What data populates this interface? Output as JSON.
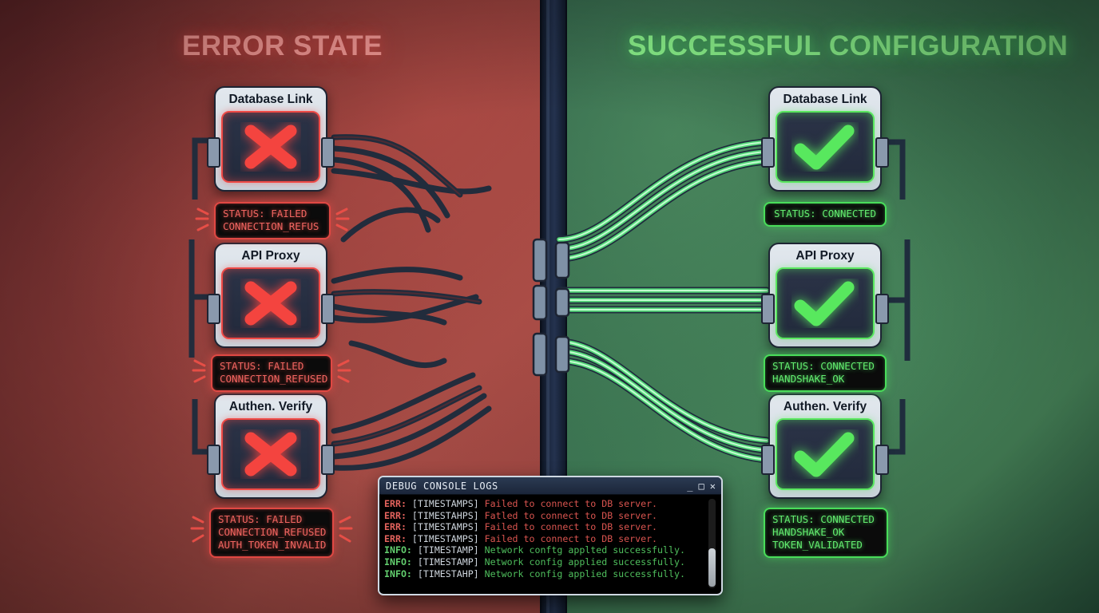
{
  "panels": {
    "left": {
      "title": "ERROR STATE",
      "accent": "#f79a96",
      "nodes": [
        {
          "label": "Database Link",
          "icon": "x-mark-icon",
          "status_lines": "STATUS: FAILED\nCONNECTION_REFUS"
        },
        {
          "label": "API Proxy",
          "icon": "x-mark-icon",
          "status_lines": "STATUS: FAILED\nCONNECTION_REFUSED"
        },
        {
          "label": "Authen. Verify",
          "icon": "x-mark-icon",
          "status_lines": "STATUS: FAILED\nCONNECTION_REFUSED\nAUTH_TOKEN_INVALID"
        }
      ]
    },
    "right": {
      "title": "SUCCESSFUL CONFIGURATION",
      "accent": "#8cf58c",
      "nodes": [
        {
          "label": "Database Link",
          "icon": "check-mark-icon",
          "status_lines": "STATUS: CONNECTED"
        },
        {
          "label": "API Proxy",
          "icon": "check-mark-icon",
          "status_lines": "STATUS: CONNECTED\nHANDSHAKE_OK"
        },
        {
          "label": "Authen. Verify",
          "icon": "check-mark-icon",
          "status_lines": "STATUS: CONNECTED\nHANDSHAKE_OK\nTOKEN_VALIDATED"
        }
      ]
    }
  },
  "console": {
    "title": "DEBUG CONSOLE LOGS",
    "window_buttons": {
      "minimize": "_",
      "maximize": "□",
      "close": "✕"
    },
    "lines": [
      {
        "level": "ERR:",
        "timestamp": "[TIMESTAMPS]",
        "message": "Failed to connect to DB server."
      },
      {
        "level": "ERR:",
        "timestamp": "[TIMESTAHPS]",
        "message": "Fatled to connect to DB server."
      },
      {
        "level": "ERR:",
        "timestamp": "[TIMESTAMPS]",
        "message": "Failed to connect to DB server."
      },
      {
        "level": "ERR:",
        "timestamp": "[TIMESTAMPS]",
        "message": "Failed to connect to DB server."
      },
      {
        "level": "INFO:",
        "timestamp": "[TIMESTAMP]",
        "message": "Network conftg applted successfully."
      },
      {
        "level": "INFO:",
        "timestamp": "[TIMESTAMP]",
        "message": "Network config applied successfully."
      },
      {
        "level": "INFO:",
        "timestamp": "[TIMESTAHP]",
        "message": "Network config applied successfully."
      }
    ]
  }
}
